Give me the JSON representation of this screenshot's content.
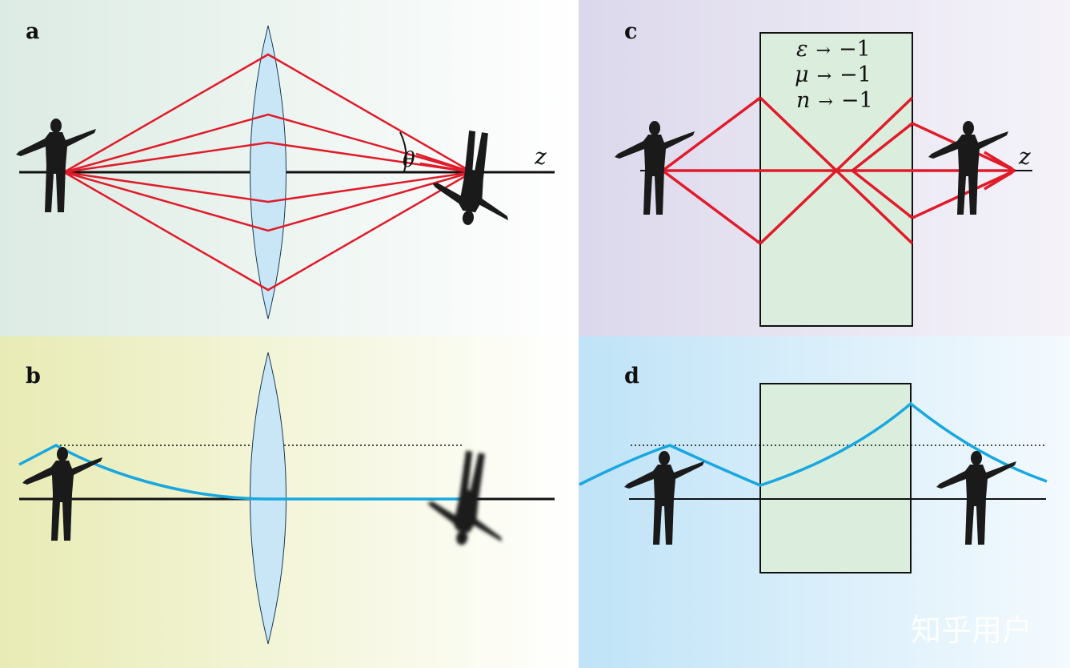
{
  "panels": {
    "a": {
      "letter": "a",
      "axis_label": "z",
      "angle_label": "θ"
    },
    "b": {
      "letter": "b"
    },
    "c": {
      "letter": "c",
      "axis_label": "z",
      "equations": [
        {
          "symbol": "ε",
          "arrow": "→",
          "value": "−1"
        },
        {
          "symbol": "μ",
          "arrow": "→",
          "value": "−1"
        },
        {
          "symbol": "n",
          "arrow": "→",
          "value": "−1"
        }
      ]
    },
    "d": {
      "letter": "d"
    }
  },
  "watermark": "知乎用户",
  "colors": {
    "ray": "#e01b2a",
    "wave": "#18a7e0",
    "lens_fill": "#c8e6f6",
    "slab_fill": "#dbeedd",
    "silhouette": "#1a1a1a"
  }
}
